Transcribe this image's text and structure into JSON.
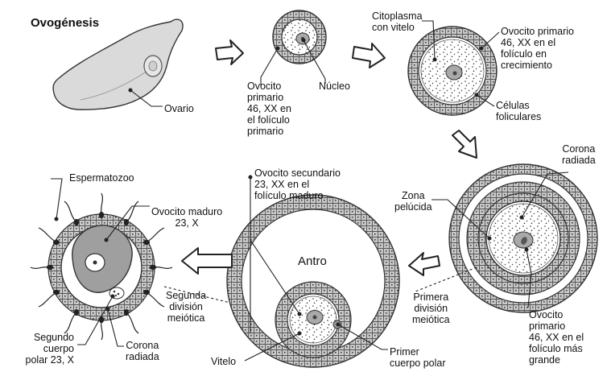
{
  "title": "Ovogénesis",
  "labels": {
    "ovario": "Ovario",
    "ovocito_primario_1": "Ovocito\nprimario\n46, XX en\nel folículo\nprimario",
    "nucleo": "Núcleo",
    "citoplasma": "Citoplasma\ncon vitelo",
    "ovocito_primario_2": "Ovocito primario\n46, XX en el\nfolículo en\ncrecimiento",
    "celulas_foliculares": "Células\nfoliculares",
    "corona_radiada_1": "Corona\nradiada",
    "zona_pelucida": "Zona\npelúcida",
    "ovocito_primario_3": "Ovocito\nprimario\n46, XX en el\nfolículo más\ngrande",
    "primera_division": "Primera\ndivisión\nmeiótica",
    "primer_cuerpo_polar": "Primer\ncuerpo polar",
    "vitelo": "Vitelo",
    "antro": "Antro",
    "ovocito_secundario": "Ovocito secundario\n23, XX en el\nfolículo maduro",
    "segunda_division": "Segunda\ndivisión\nmeiótica",
    "espermatozoo": "Espermatozoo",
    "ovocito_maduro": "Ovocito maduro\n23, X",
    "segundo_cuerpo_polar": "Segundo\ncuerpo\npolar 23, X",
    "corona_radiada_2": "Corona\nradiada"
  },
  "colors": {
    "cell_fill": "#c8c8c8",
    "cell_edge": "#4a4a4a",
    "stroke": "#222222",
    "ovary": "#d9d9d9",
    "nucleus": "#b3b3b3",
    "arrow_fill": "#ffffff"
  }
}
